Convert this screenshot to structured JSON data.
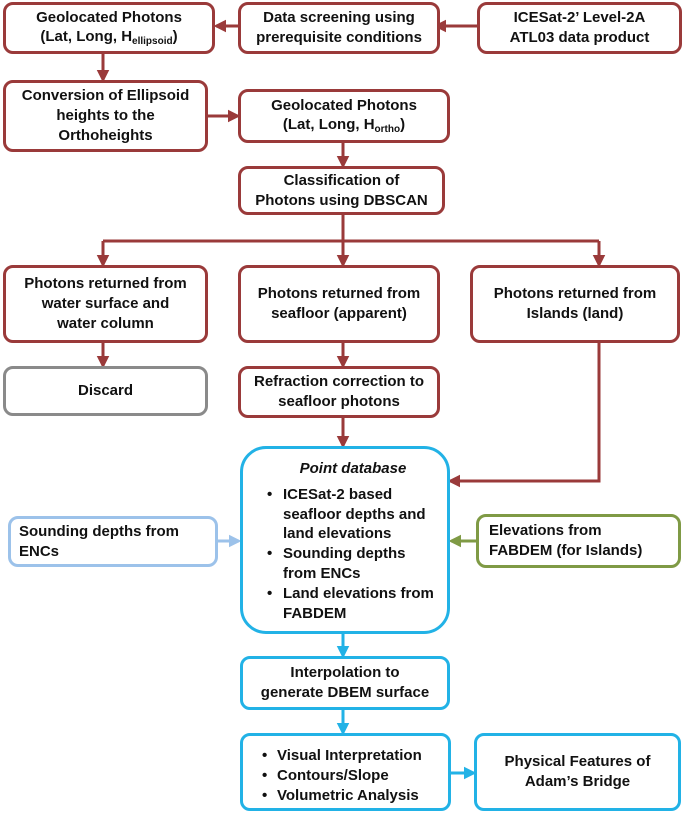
{
  "colors": {
    "process_border": "#9a3a3a",
    "database_border": "#22b2e6",
    "discard_border": "#8a8a8a",
    "enc_border": "#9cc2ea",
    "fabdem_border": "#7f9a45"
  },
  "nodes": {
    "geolocated_ellipsoid": {
      "line1": "Geolocated Photons",
      "line2_prefix": "(Lat, Long, H",
      "line2_sub": "ellipsoid",
      "line2_suffix": ")"
    },
    "data_screening": {
      "line1": "Data screening using",
      "line2": "prerequisite conditions"
    },
    "icesat_product": {
      "line1": "ICESat-2’ Level-2A",
      "line2": "ATL03 data product"
    },
    "conversion": {
      "line1": "Conversion of Ellipsoid",
      "line2": "heights to the",
      "line3": "Orthoheights"
    },
    "geolocated_ortho": {
      "line1": "Geolocated Photons",
      "line2_prefix": "(Lat, Long, H",
      "line2_sub": "ortho",
      "line2_suffix": ")"
    },
    "classification": {
      "line1": "Classification of",
      "line2": "Photons using DBSCAN"
    },
    "water_photons": {
      "line1": "Photons returned from",
      "line2": "water surface and",
      "line3": "water column"
    },
    "seafloor_photons": {
      "line1": "Photons returned from",
      "line2": "seafloor (apparent)"
    },
    "island_photons": {
      "line1": "Photons returned from",
      "line2": "Islands (land)"
    },
    "discard": {
      "label": "Discard"
    },
    "refraction": {
      "line1": "Refraction correction to",
      "line2": "seafloor photons"
    },
    "point_database": {
      "title": "Point database",
      "items": [
        "ICESat-2 based seafloor depths and land elevations",
        "Sounding depths from ENCs",
        "Land elevations from FABDEM"
      ]
    },
    "sounding_enc": {
      "line1": "Sounding depths from",
      "line2": "ENCs"
    },
    "fabdem": {
      "line1": "Elevations from",
      "line2": "FABDEM (for Islands)"
    },
    "interpolation": {
      "line1": "Interpolation to",
      "line2": "generate DBEM surface"
    },
    "analysis": {
      "items": [
        "Visual Interpretation",
        "Contours/Slope",
        "Volumetric Analysis"
      ]
    },
    "physical_features": {
      "line1": "Physical Features of",
      "line2": "Adam’s Bridge"
    }
  }
}
